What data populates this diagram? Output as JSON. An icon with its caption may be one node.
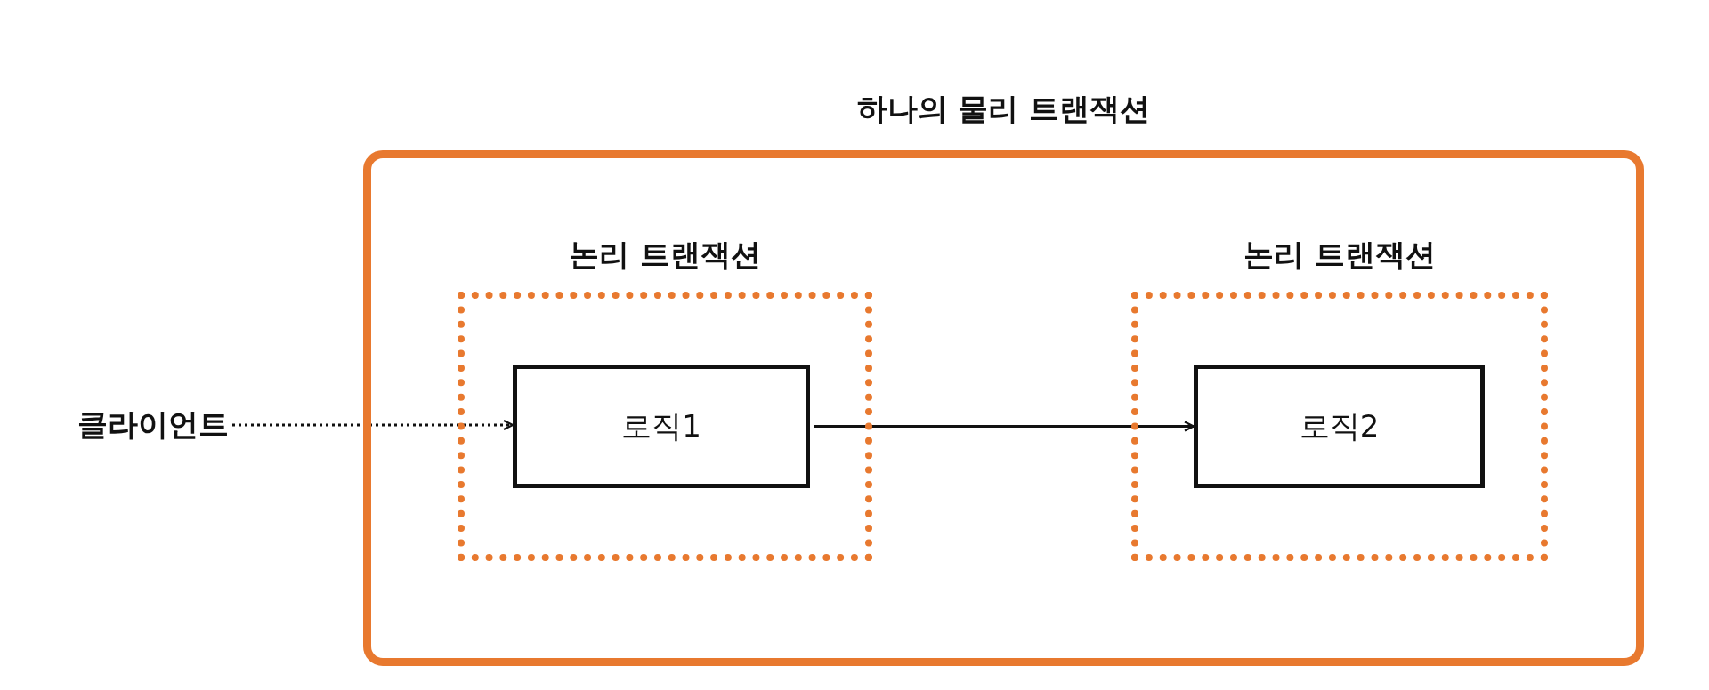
{
  "diagram": {
    "nodes": [
      {
        "text": [
          "하나의 물리 트랜잭션"
        ]
      },
      {
        "text": [
          "논리 트랜잭션"
        ],
        "in": 0
      },
      {
        "text": [
          "로직1"
        ],
        "in": 1
      },
      {
        "text": [
          "논리 트랜잭션"
        ],
        "in": 0
      },
      {
        "text": [
          "로직2"
        ],
        "in": 3
      },
      {
        "text": [
          "클라이언트"
        ]
      }
    ],
    "edges": [
      {
        "from": 5,
        "to": 2,
        "arrow": "to",
        "style": "dashed"
      },
      {
        "from": 2,
        "to": 4,
        "arrow": "to"
      }
    ]
  }
}
